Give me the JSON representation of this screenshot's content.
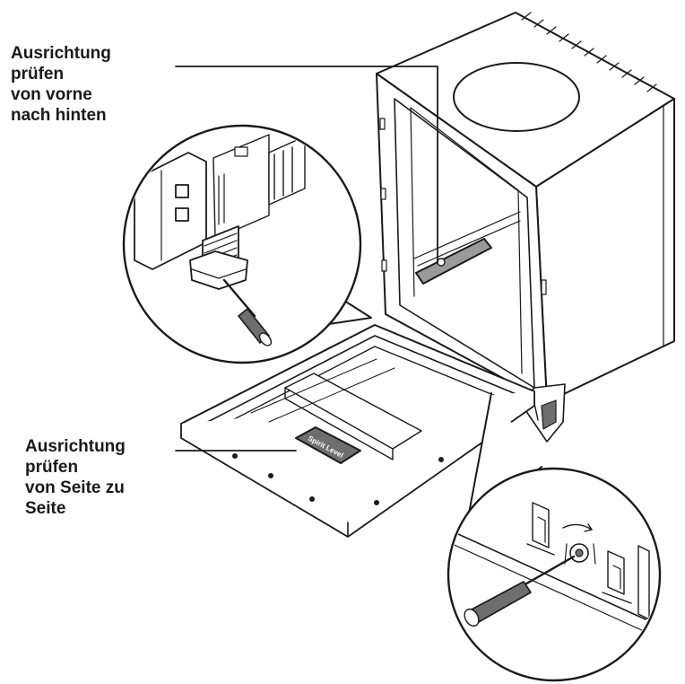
{
  "callouts": {
    "front_to_back": {
      "lines": [
        "Ausrichtung",
        "prüfen",
        "von vorne",
        "nach hinten"
      ]
    },
    "side_to_side": {
      "lines": [
        "Ausrichtung",
        "prüfen",
        "von Seite zu",
        "Seite"
      ]
    }
  },
  "spirit_level_label": "Spirit Level",
  "colors": {
    "line": "#1a1a1a",
    "paper": "#ffffff",
    "shade": "#bdbdbd",
    "dark_shade": "#6e6e6e",
    "text": "#1a1a1a"
  },
  "icons": {
    "appliance": "dishwasher-line-drawing",
    "tool": "screwdriver-icon",
    "instrument": "spirit-level-icon"
  }
}
